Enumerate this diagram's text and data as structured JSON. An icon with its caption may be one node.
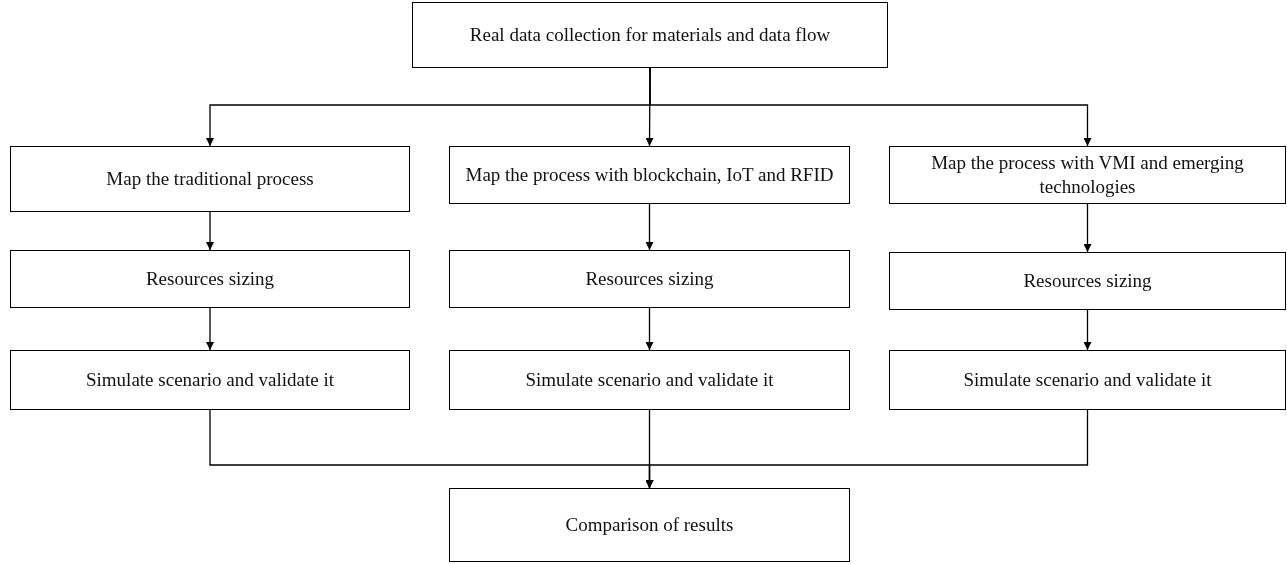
{
  "diagram": {
    "nodes": [
      {
        "text": [
          "Real data collection for materials and data flow"
        ]
      },
      {
        "text": [
          "Map the traditional process"
        ]
      },
      {
        "text": [
          "Map the process with blockchain, IoT and RFID"
        ]
      },
      {
        "text": [
          "Map the process with VMI and emerging technologies"
        ]
      },
      {
        "text": [
          "Resources sizing"
        ]
      },
      {
        "text": [
          "Resources sizing"
        ]
      },
      {
        "text": [
          "Resources sizing"
        ]
      },
      {
        "text": [
          "Simulate scenario and validate it"
        ]
      },
      {
        "text": [
          "Simulate scenario and validate it"
        ]
      },
      {
        "text": [
          "Simulate scenario and validate it"
        ]
      },
      {
        "text": [
          "Comparison of results"
        ]
      }
    ],
    "edges": [
      {
        "from": 0,
        "to": 1,
        "arrow": "to"
      },
      {
        "from": 0,
        "to": 2,
        "arrow": "to"
      },
      {
        "from": 0,
        "to": 3,
        "arrow": "to"
      },
      {
        "from": 1,
        "to": 4,
        "arrow": "to"
      },
      {
        "from": 2,
        "to": 5,
        "arrow": "to"
      },
      {
        "from": 3,
        "to": 6,
        "arrow": "to"
      },
      {
        "from": 4,
        "to": 7,
        "arrow": "to"
      },
      {
        "from": 5,
        "to": 8,
        "arrow": "to"
      },
      {
        "from": 6,
        "to": 9,
        "arrow": "to"
      },
      {
        "from": 7,
        "to": 10,
        "arrow": "to"
      },
      {
        "from": 8,
        "to": 10,
        "arrow": "to"
      },
      {
        "from": 9,
        "to": 10,
        "arrow": "to"
      }
    ]
  }
}
